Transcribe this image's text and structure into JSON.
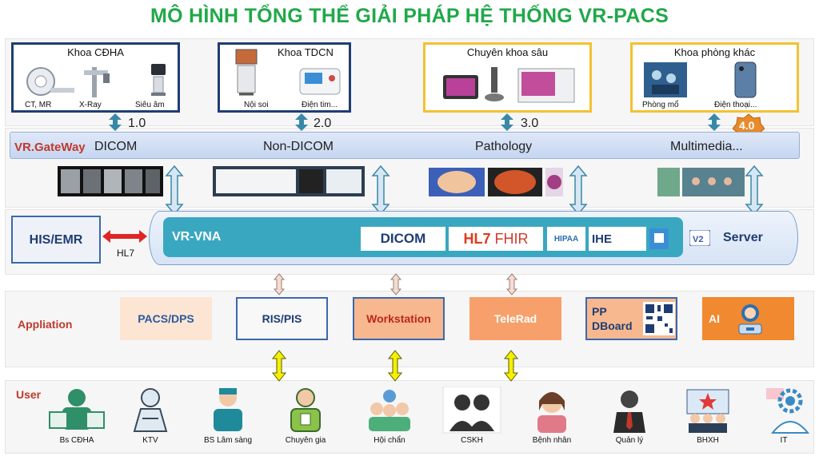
{
  "title": "MÔ HÌNH TỔNG THỂ GIẢI PHÁP HỆ THỐNG VR-PACS",
  "departments": [
    {
      "title": "Khoa CĐHA",
      "captions": [
        "CT, MR",
        "X-Ray",
        "Siêu âm"
      ]
    },
    {
      "title": "Khoa TDCN",
      "captions": [
        "Nội soi",
        "Điện tim..."
      ]
    },
    {
      "title": "Chuyên khoa sâu",
      "captions": []
    },
    {
      "title": "Khoa phòng khác",
      "captions": [
        "Phòng mổ",
        "Điện thoại..."
      ]
    }
  ],
  "versions": [
    "1.0",
    "2.0",
    "3.0",
    "4.0"
  ],
  "gateway": {
    "brand": "VR.GateWay",
    "labels": [
      "DICOM",
      "Non-DICOM",
      "Pathology",
      "Multimedia..."
    ]
  },
  "his": "HIS/EMR",
  "hl7_link": "HL7",
  "vna": "VR-VNA",
  "server": "Server",
  "logos": {
    "dicom": "DICOM",
    "hl7": "HL7",
    "fhir": "FHIR",
    "hipaa": "HIPAA",
    "ihe": "IHE"
  },
  "application_label": "Appliation",
  "apps": [
    {
      "label": "PACS/DPS"
    },
    {
      "label": "RIS/PIS"
    },
    {
      "label": "Workstation"
    },
    {
      "label": "TeleRad"
    },
    {
      "label": "PP DBoard"
    },
    {
      "label": "AI"
    }
  ],
  "user_label": "User",
  "users": [
    "Bs CĐHA",
    "KTV",
    "BS Lâm sàng",
    "Chuyên gia",
    "Hội chẩn",
    "CSKH",
    "Bệnh nhân",
    "Quản lý",
    "BHXH",
    "IT"
  ],
  "colors": {
    "title_green": "#21a84a",
    "navy": "#1f3d74",
    "gold": "#f2c232",
    "label_red": "#c0392b",
    "vna_teal": "#3aa7c1",
    "arrow_teal": "#3a88a8"
  }
}
